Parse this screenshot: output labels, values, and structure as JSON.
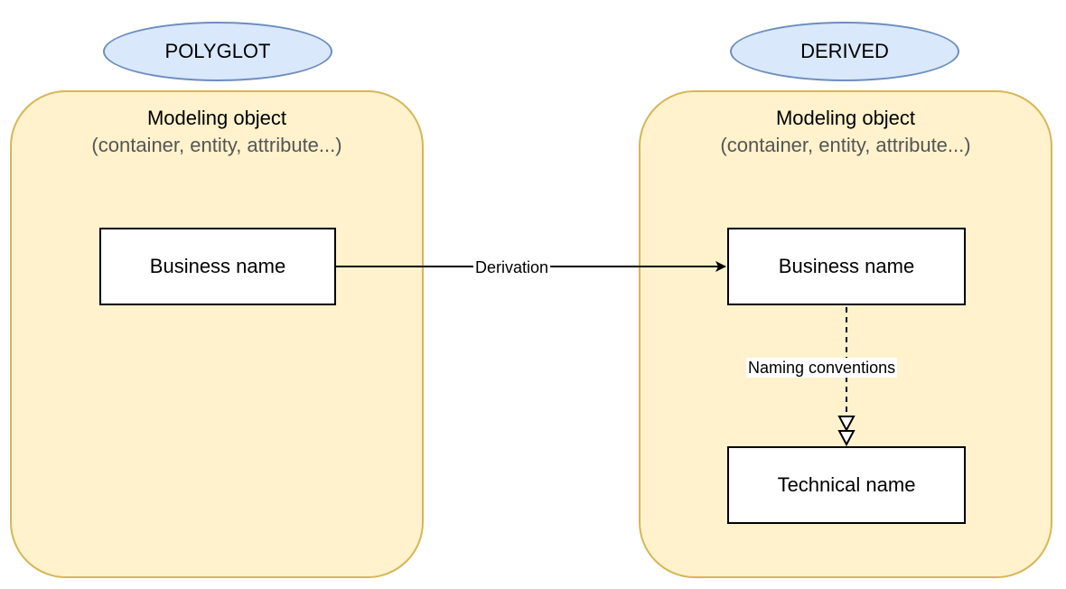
{
  "left_panel": {
    "tag": "POLYGLOT",
    "title": "Modeling object",
    "subtitle": "(container, entity, attribute...)",
    "box_label": "Business name"
  },
  "right_panel": {
    "tag": "DERIVED",
    "title": "Modeling object",
    "subtitle": "(container, entity, attribute...)",
    "business_box_label": "Business name",
    "technical_box_label": "Technical name"
  },
  "edges": {
    "derivation_label": "Derivation",
    "naming_label": "Naming conventions"
  },
  "colors": {
    "panel_fill": "#fff2cc",
    "panel_border": "#d6b656",
    "ellipse_fill": "#dae8fc",
    "ellipse_border": "#6c8ebf"
  }
}
